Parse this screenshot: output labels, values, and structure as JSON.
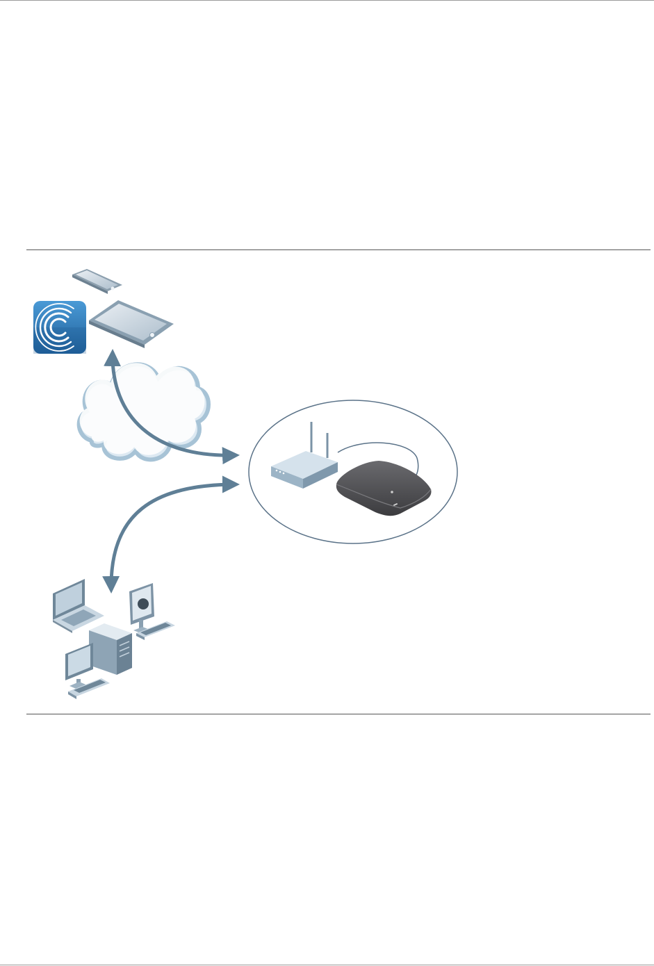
{
  "figure": {
    "nodes": [
      {
        "id": "mobile-app",
        "icon": "app-logo-icon"
      },
      {
        "id": "smartphone",
        "icon": "smartphone-icon"
      },
      {
        "id": "tablet",
        "icon": "tablet-icon"
      },
      {
        "id": "internet",
        "icon": "cloud-icon"
      },
      {
        "id": "home-network",
        "icon": "router-icon"
      },
      {
        "id": "storage-device",
        "icon": "nas-drive-icon"
      },
      {
        "id": "computers",
        "icon": "computers-icon"
      }
    ],
    "colors": {
      "arrow": "#5f7f96",
      "enclosure": "#5a7288",
      "cloud_fill": "#dbe8f1",
      "cloud_stroke": "#9fbfd4",
      "device_dark": "#4f4f52",
      "router_body": "#b9cddc",
      "app_logo_bg": "#2f77b5"
    }
  }
}
